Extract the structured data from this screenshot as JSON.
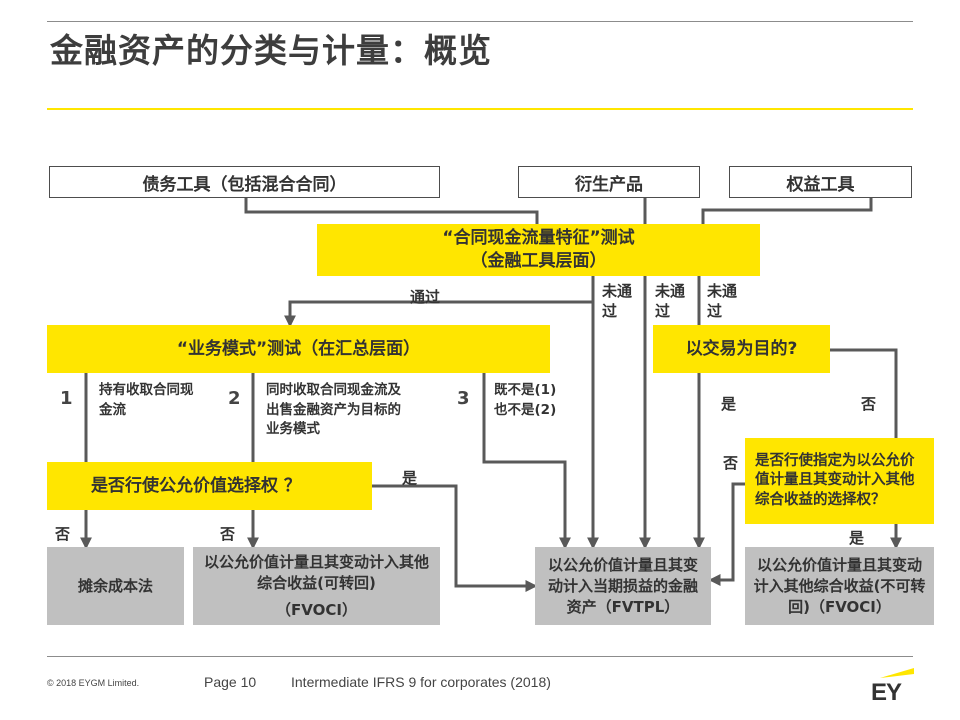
{
  "title": "金融资产的分类与计量：概览",
  "top_boxes": {
    "debt": "债务工具（包括混合合同）",
    "derivative": "衍生产品",
    "equity": "权益工具"
  },
  "sppi_test": {
    "line1": "“合同现金流量特征”测试",
    "line2": "（金融工具层面）"
  },
  "labels": {
    "pass": "通过",
    "fail": "未通过",
    "yes": "是",
    "no": "否"
  },
  "business_model_test": "“业务模式”测试（在汇总层面）",
  "trading_question": "以交易为目的?",
  "business_models": [
    {
      "num": "1",
      "text": "持有收取合同现金流"
    },
    {
      "num": "2",
      "text": "同时收取合同现金流及出售金融资产为目标的业务模式"
    },
    {
      "num": "3",
      "text": "既不是(1)也不是(2)"
    }
  ],
  "fvo_question": "是否行使公允价值选择权 ？",
  "fvoci_designation_question": "是否行使指定为以公允价值计量且其变动计入其他综合收益的选择权？",
  "outcomes": {
    "amortised_cost": "摊余成本法",
    "fvoci_recycle_line1": "以公允价值计量且其变动计入其他综合收益(可转回)",
    "fvoci_recycle_line2": "（FVOCI）",
    "fvtpl": "以公允价值计量且其变动计入当期损益的金融资产（FVTPL）",
    "fvoci_norecycle": "以公允价值计量且其变动计入其他综合收益(不可转回)（FVOCI）"
  },
  "footer": {
    "copyright": "© 2018 EYGM Limited.",
    "page": "Page 10",
    "course": "Intermediate IFRS 9 for corporates (2018)",
    "logo_text": "EY"
  },
  "colors": {
    "accent_yellow": "#ffe600",
    "outcome_grey": "#c0c0c0",
    "connector": "#595959"
  }
}
